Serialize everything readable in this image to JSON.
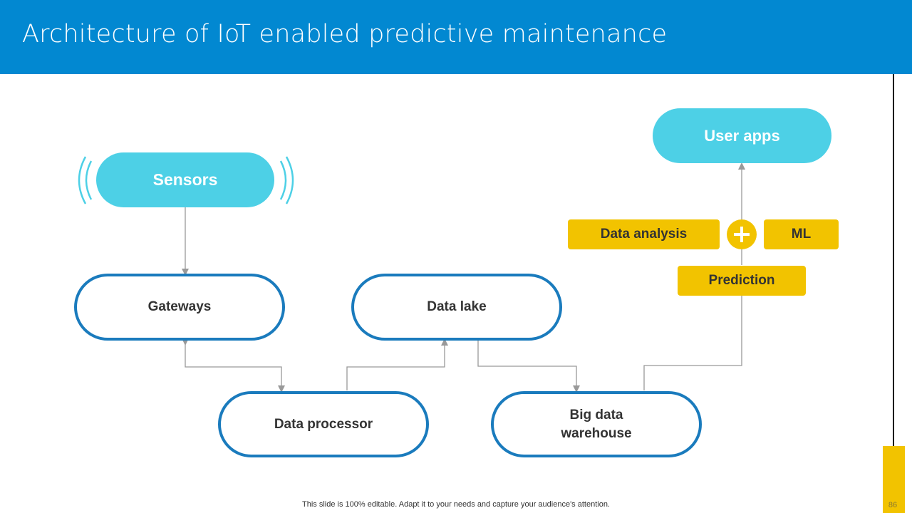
{
  "slide": {
    "title": "Architecture of IoT enabled predictive maintenance",
    "footer": "This slide is 100% editable. Adapt it to your needs and capture your audience's attention.",
    "page_number": "86"
  },
  "nodes": {
    "sensors": "Sensors",
    "gateways": "Gateways",
    "data_lake": "Data lake",
    "data_processor": "Data processor",
    "big_data_warehouse": "Big data warehouse",
    "user_apps": "User apps"
  },
  "tags": {
    "data_analysis": "Data analysis",
    "ml": "ML",
    "prediction": "Prediction"
  },
  "icons": {
    "sensor_waves": "signal-waves-icon",
    "plus": "plus-icon"
  },
  "colors": {
    "header": "#0288d1",
    "filled_pill": "#4dd0e6",
    "outline_pill": "#1a7bbd",
    "accent_yellow": "#f2c300",
    "connector": "#999999"
  }
}
